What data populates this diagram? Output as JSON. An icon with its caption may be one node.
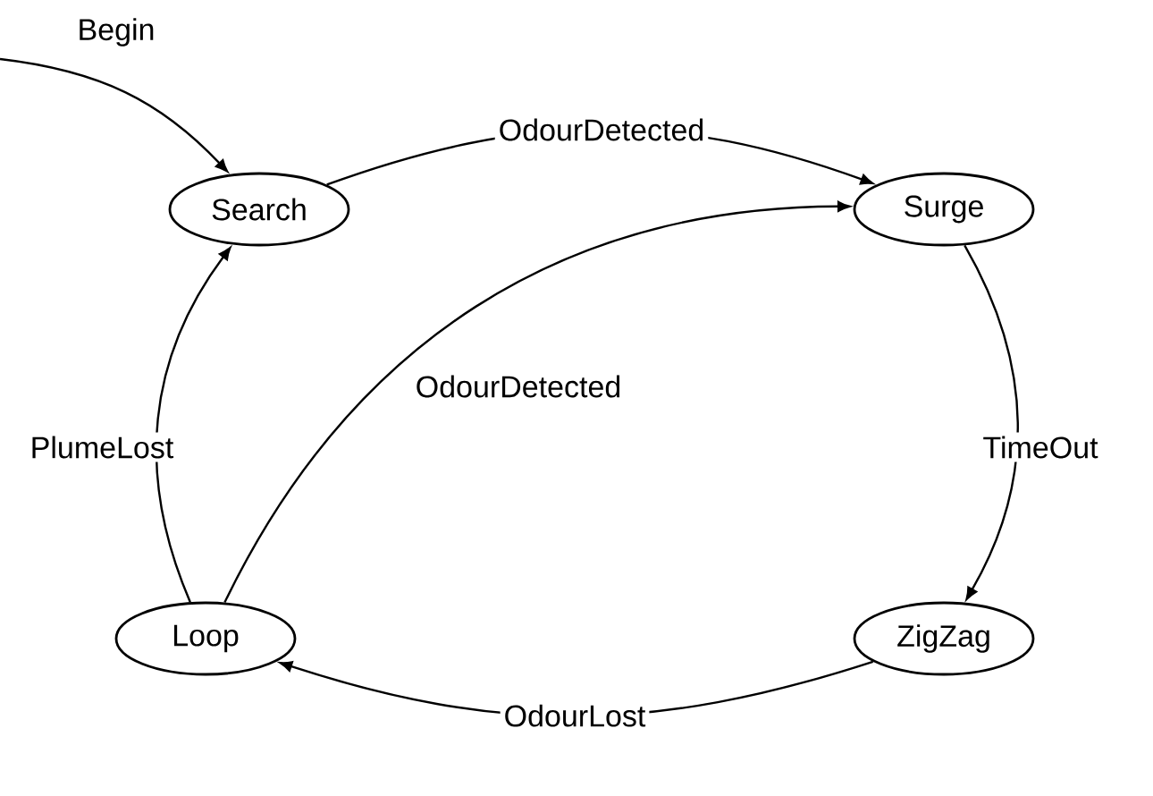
{
  "diagram": {
    "nodes": [
      {
        "text": [
          "Search"
        ]
      },
      {
        "text": [
          "Surge"
        ]
      },
      {
        "text": [
          "ZigZag"
        ]
      },
      {
        "text": [
          "Loop"
        ]
      }
    ],
    "edges": [
      {
        "from": null,
        "to": 0,
        "arrow": "to",
        "label": "Begin"
      },
      {
        "from": 0,
        "to": 1,
        "arrow": "to",
        "label": "OdourDetected"
      },
      {
        "from": 1,
        "to": 2,
        "arrow": "to",
        "label": "TimeOut"
      },
      {
        "from": 2,
        "to": 3,
        "arrow": "to",
        "label": "OdourLost"
      },
      {
        "from": 3,
        "to": 0,
        "arrow": "to",
        "label": "PlumeLost"
      },
      {
        "from": 3,
        "to": 1,
        "arrow": "to",
        "label": "OdourDetected"
      }
    ]
  }
}
